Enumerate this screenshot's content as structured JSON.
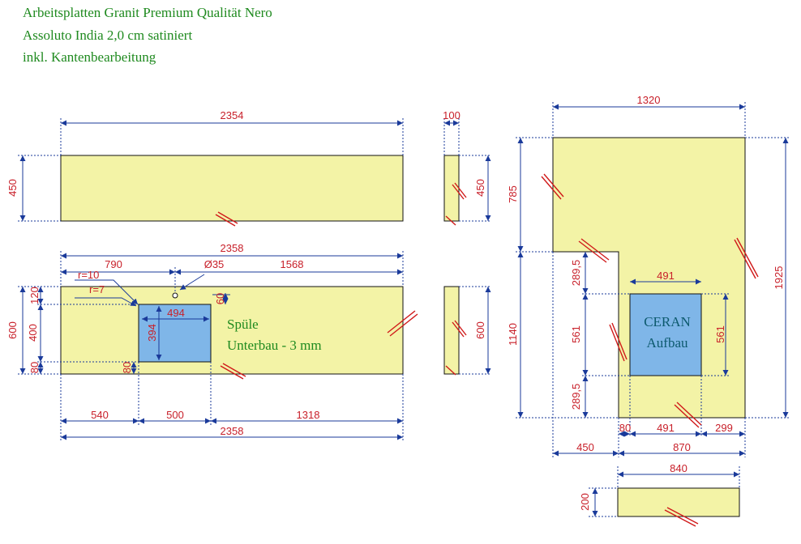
{
  "header": {
    "line1": "Arbeitsplatten Granit Premium Qualität Nero",
    "line2": "Assoluto India 2,0 cm satiniert",
    "line3": "inkl. Kantenbearbeitung"
  },
  "dims": {
    "p1_width": "2354",
    "p1_height": "450",
    "p2_width": "100",
    "p2_height": "450",
    "p3_total": "2358",
    "p3_left": "790",
    "p3_hole": "Ø35",
    "p3_right": "1568",
    "p3_r10": "r=10",
    "p3_r7": "r=7",
    "p3_h600": "600",
    "p3_h120": "120",
    "p3_h400": "400",
    "p3_h80": "80",
    "p3_sink_w": "494",
    "p3_sink_h": "394",
    "p3_60": "60",
    "p3_80b": "80",
    "p3_b540": "540",
    "p3_b500": "500",
    "p3_b1318": "1318",
    "p3_bottom_total": "2358",
    "p4_height": "600",
    "p5_width": "1320",
    "p5_785": "785",
    "p5_1140": "1140",
    "p5_1925": "1925",
    "p5_289a": "289,5",
    "p5_561": "561",
    "p5_289b": "289,5",
    "p5_ceran_w": "491",
    "p5_ceran_h": "561",
    "p5_b80": "80",
    "p5_b491": "491",
    "p5_b299": "299",
    "p5_b450": "450",
    "p5_b870": "870",
    "p6_width": "840",
    "p6_height": "200"
  },
  "labels": {
    "sink_name": "Spüle",
    "sink_type": "Unterbau - 3 mm",
    "hob_name": "CERAN",
    "hob_type": "Aufbau"
  },
  "colors": {
    "slab": "#f3f3a6",
    "cutout": "#7fb6e8",
    "dimension_line": "#1a3a9a",
    "dimension_text": "#c8202a",
    "title_text": "#1f8a1f"
  }
}
